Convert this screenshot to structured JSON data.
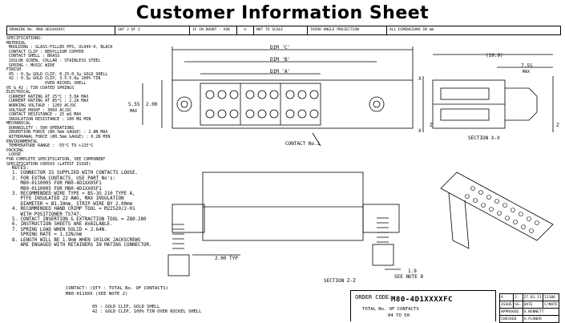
{
  "title": "Customer Information Sheet",
  "header": {
    "drawing_no": "DRAWING No.  M80-4D1XXXXFC",
    "sheet": "SHT 2 OF 2",
    "if_in_doubt": "IF IN DOUBT - ASK",
    "copyright": "©",
    "not_to_scale": "NOT TO SCALE",
    "projection": "THIRD ANGLE PROJECTION",
    "dimensions": "ALL DIMENSIONS IN mm"
  },
  "specifications": "SPECIFICATIONS:\nMATERIAL\n MOULDING : GLASS-FILLED PPS, UL94V-0, BLACK\n CONTACT CLIP : BERYLLIUM COPPER\n CONTACT SHELL : BRASS\n 101LOK SCREW, COLLAR : STAINLESS STEEL\n SPRING : MUSIC WIRE\nFINISH\n 05 : 0.3µ GOLD CLIP, 0.25-0.3µ GOLD SHELL\n 42 : 0.3µ GOLD CLIP, 3.5-5.0µ 100% TIN\n                OVER NICKEL SHELL\n05 & 42 : TIN COATED SPRINGS\nELECTRICAL\n CURRENT RATING AT 25°C : 3.0A MAX\n CURRENT RATING AT 85°C : 2.2A MAX\n WORKING VOLTAGE : 120V AC/DC\n VOLTAGE PROOF : 300V AC/DC\n CONTACT RESISTANCE : 25 mΩ MAX\n INSULATION RESISTANCE : 100 MΩ MIN\nMECHANICAL\n DURABILITY : 500 OPERATIONS\n INSERTION FORCE (Ø0.5mm GAUGE) : 2.8N MAX\n WITHDRAWAL FORCE (Ø0.5mm GAUGE) : 0.2N MIN\nENVIRONMENTAL\n TEMPERATURE RANGE : -55°C TO +125°C\nPACKING\n LOOSE\nFOR COMPLETE SPECIFICATION, SEE COMPONENT\nSPECIFICATION C005XX (LATEST ISSUE)",
  "notes": "NOTES:\n1. CONNECTOR IS SUPPLIED WITH CONTACTS LOOSE.\n2. FOR EXTRA CONTACTS, USE PART No's:\n   M80-0110005 FOR M80-4D1XX05F1\n   M80-0110005 FOR M80-4D1XX05F1\n3. RECOMMENDED WIRE TYPE = BS-3G 210 TYPE A,\n   PTFE INSULATED 22 AWG, MAX INSULATION\n   DIAMETER = Ø1.10mm, STRIP WIRE BY 2.00mm\n4. RECOMMENDED HAND CRIMP TOOL = M22520/2-01\n   WITH POSITIONER TS747.\n5. CONTACT INSERTION & EXTRACTION TOOL = Z80-280\n6. INSTRUCTION SHEETS ARE AVAILABLE.\n7. SPRING LOAD WHEN SOLID = 2.64N.\n   SPRING RATE = 1.32N/mm\n8. LENGTH WILL BE 1.9mm WHEN 101LOK JACKSCREWS\n   ARE ENGAGED WITH RETAINERS IN MATING CONNECTOR.",
  "dims": {
    "dim_c": "DIM 'C'",
    "dim_b": "DIM 'B'",
    "dim_a": "DIM 'A'",
    "d555": "5.55",
    "max": "MAX",
    "d200": "2.00",
    "d109": "(10.9)",
    "d755": "7.55",
    "max2": "MAX",
    "contact_no": "CONTACT No.1",
    "section_xx": "SECTION  X-X",
    "x": "X",
    "z": "Z",
    "d200typ": "2.00 TYP",
    "d19": "1.9",
    "see_note_8": "SEE NOTE 8",
    "section_zz": "SECTION  Z-Z"
  },
  "contact_text": "CONTACT: (QTY : TOTAL No. OF CONTACTS)\nM80-0110XX (SEE NOTE 2)",
  "gold_text": "05 : GOLD CLIP, GOLD SHELL\n42 : GOLD CLIP, 100% TIN OVER NICKEL SHELL",
  "order": {
    "label": "ORDER CODE:",
    "code": "M80-4D1XXXXFC",
    "total": "TOTAL No. OF CONTACTS",
    "range": "04 TO 50"
  },
  "revision": {
    "r1": [
      "A",
      "2",
      "27.01.11",
      "11106"
    ],
    "r2": [
      "ISSUE",
      "SS.",
      "DATE",
      "C/NOTE"
    ],
    "r3": [
      "APPROVED",
      "S.BENNETT"
    ],
    "r4": [
      "CHECKED",
      "S.FLOWER"
    ]
  }
}
